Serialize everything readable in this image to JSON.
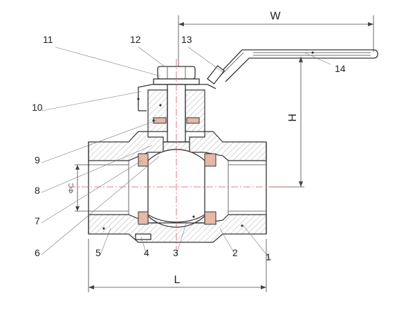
{
  "dimensions": {
    "width_label": "W",
    "height_label": "H",
    "length_label": "L",
    "bore_label": "ΦC"
  },
  "parts": [
    {
      "number": "1"
    },
    {
      "number": "2"
    },
    {
      "number": "3"
    },
    {
      "number": "4"
    },
    {
      "number": "5"
    },
    {
      "number": "6"
    },
    {
      "number": "7"
    },
    {
      "number": "8"
    },
    {
      "number": "9"
    },
    {
      "number": "10"
    },
    {
      "number": "11"
    },
    {
      "number": "12"
    },
    {
      "number": "13"
    },
    {
      "number": "14"
    }
  ],
  "colors": {
    "outline": "#333333",
    "centerline": "#e05566",
    "seal": "#e6b8a8"
  }
}
